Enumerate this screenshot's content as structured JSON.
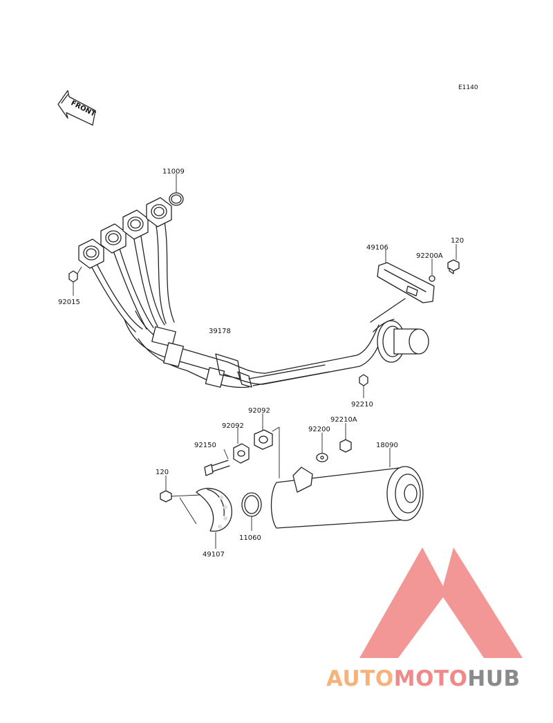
{
  "diagram": {
    "diagram_code": "E1140",
    "front_label": "FRONT",
    "parts": [
      {
        "id": "p-11009",
        "number": "11009"
      },
      {
        "id": "p-92015",
        "number": "92015"
      },
      {
        "id": "p-39178",
        "number": "39178"
      },
      {
        "id": "p-49106",
        "number": "49106"
      },
      {
        "id": "p-92200A",
        "number": "92200A"
      },
      {
        "id": "p-120-top",
        "number": "120"
      },
      {
        "id": "p-92210",
        "number": "92210"
      },
      {
        "id": "p-92092-a",
        "number": "92092"
      },
      {
        "id": "p-92092-b",
        "number": "92092"
      },
      {
        "id": "p-92210A",
        "number": "92210A"
      },
      {
        "id": "p-92200",
        "number": "92200"
      },
      {
        "id": "p-18090",
        "number": "18090"
      },
      {
        "id": "p-92150",
        "number": "92150"
      },
      {
        "id": "p-120-bottom",
        "number": "120"
      },
      {
        "id": "p-11060",
        "number": "11060"
      },
      {
        "id": "p-49107",
        "number": "49107"
      }
    ]
  },
  "watermark": {
    "part1": "AUTO",
    "part2": "MOTO",
    "part3": "HUB",
    "colors": {
      "part1": "#f5b27a",
      "part2": "#f08a8a",
      "part3": "#8a8a8a",
      "triangle": "#f28b8b"
    }
  }
}
